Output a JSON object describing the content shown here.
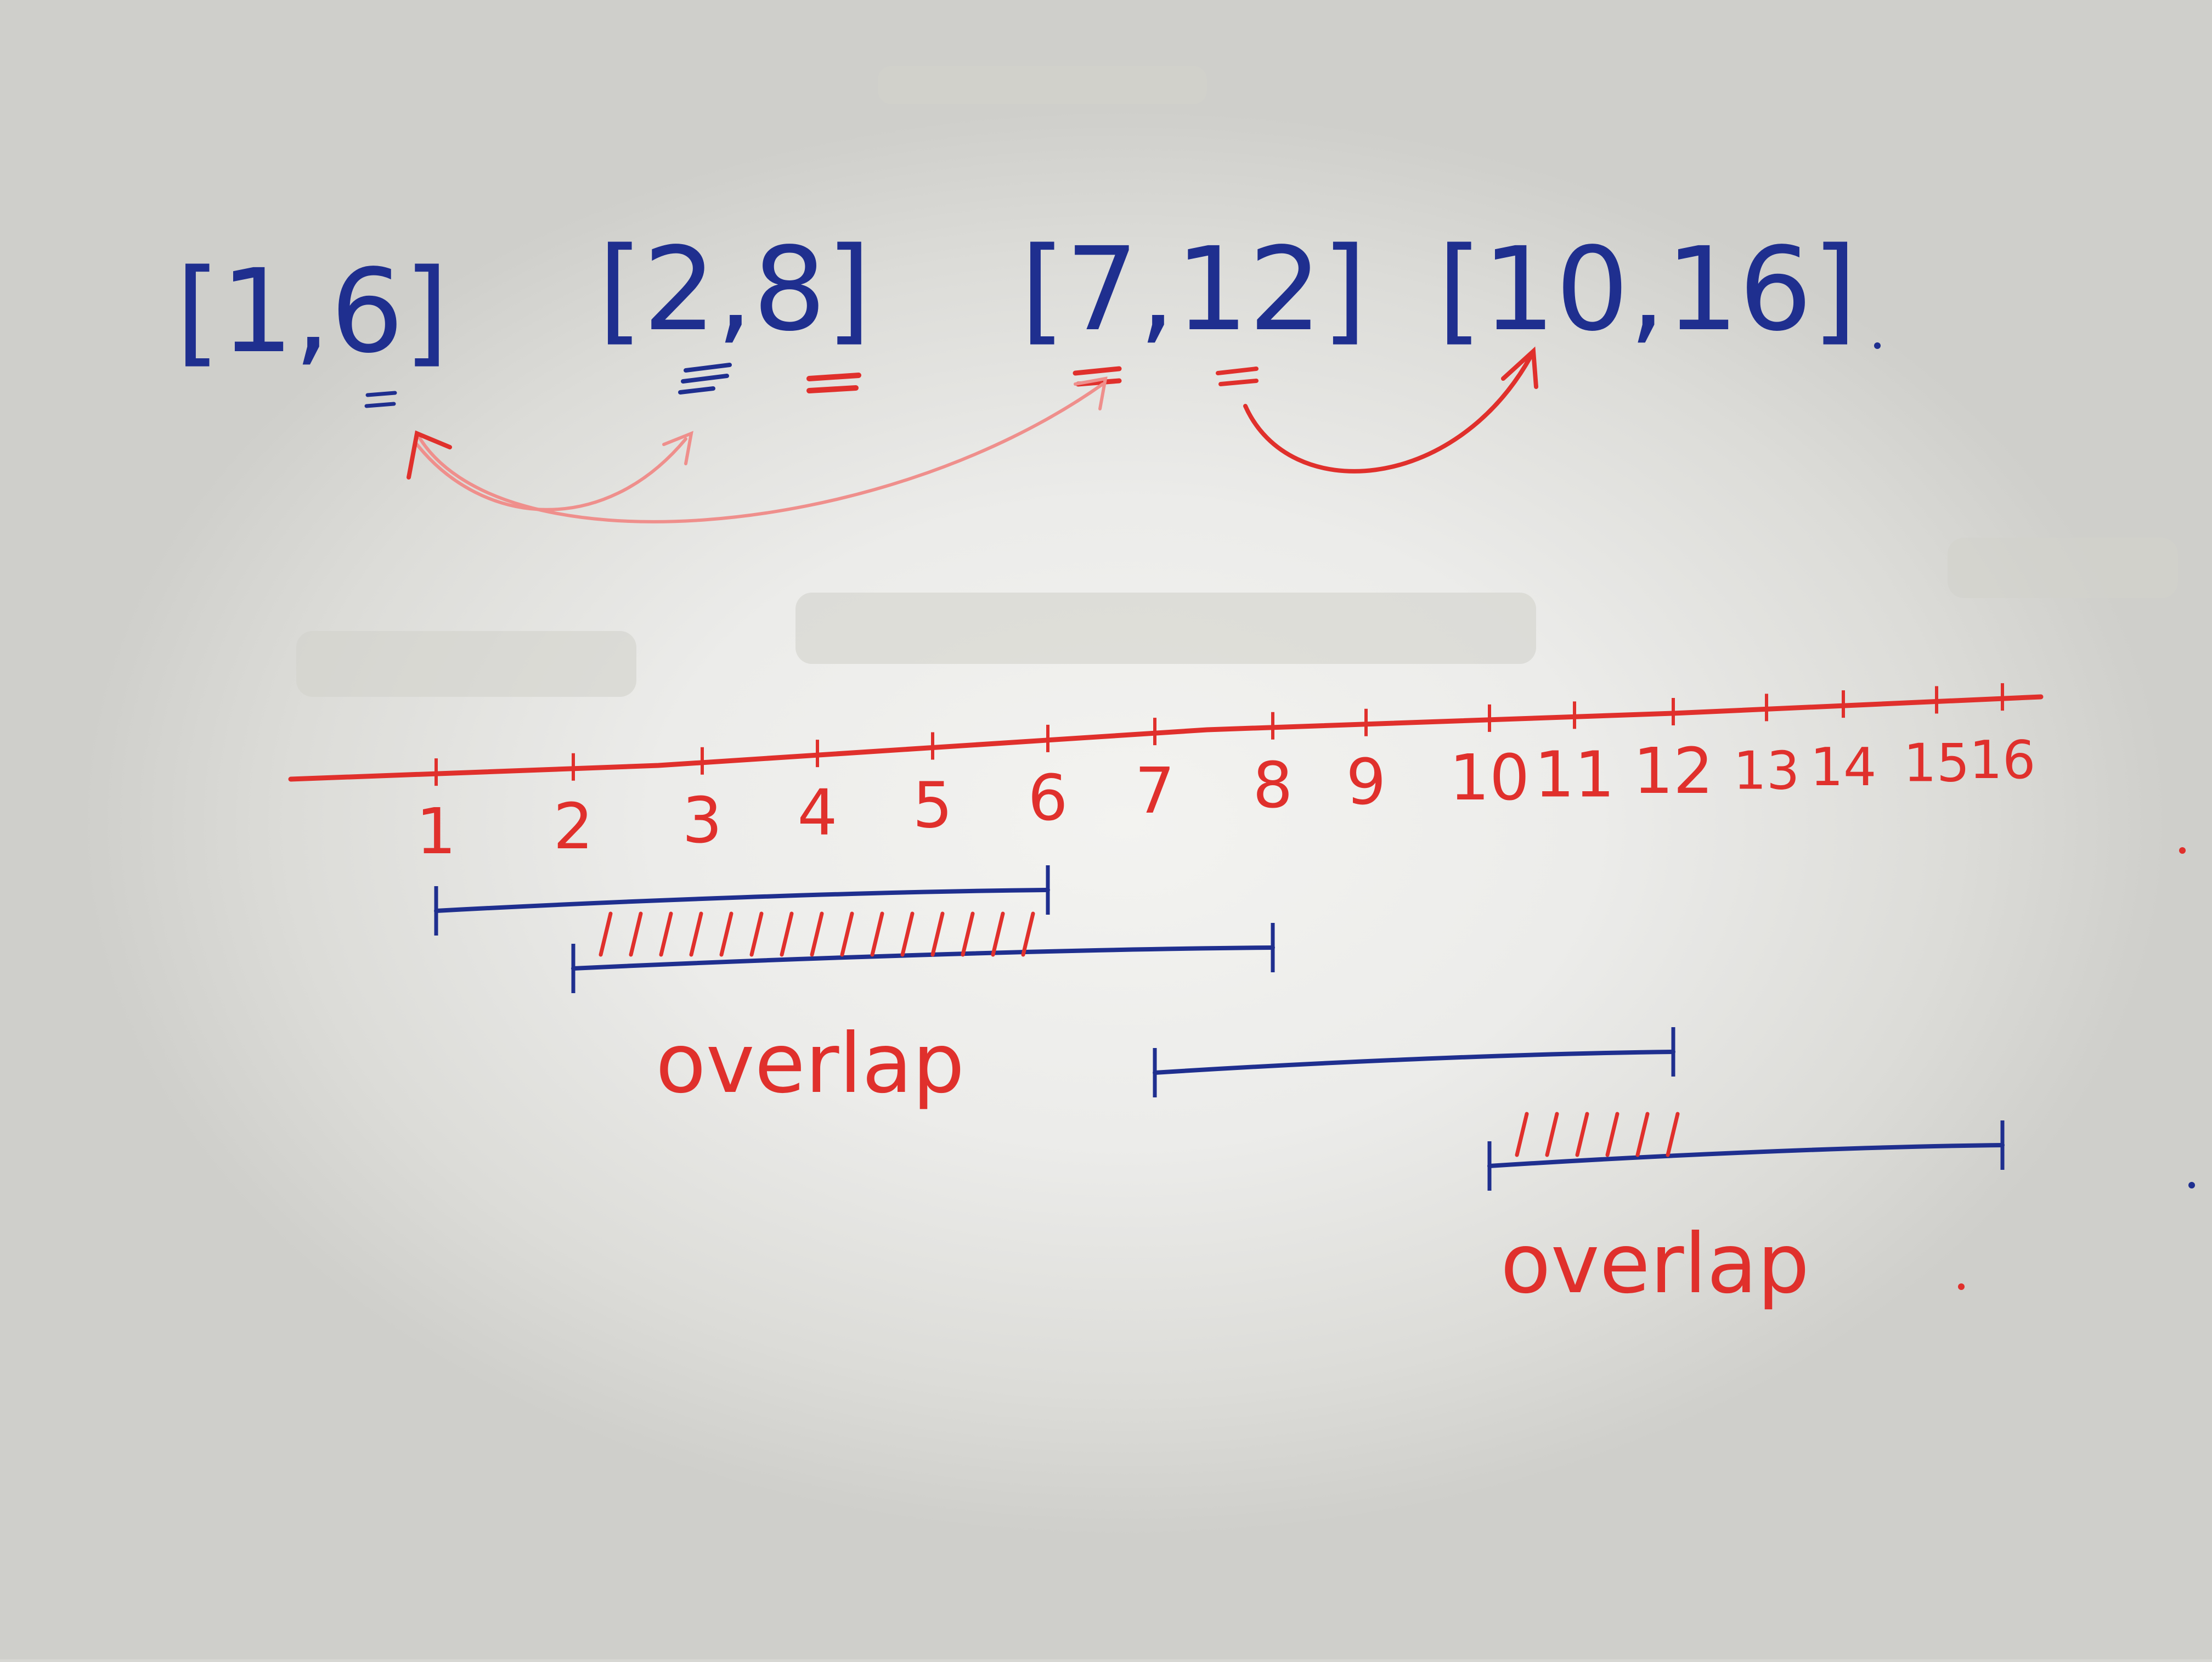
{
  "intervals": [
    "[1,6]",
    "[2,8]",
    "[7,12]",
    "[10,16]"
  ],
  "axis": {
    "ticks": [
      "1",
      "2",
      "3",
      "4",
      "5",
      "6",
      "7",
      "8",
      "9",
      "10",
      "11",
      "12",
      "13",
      "14",
      "15",
      "16"
    ]
  },
  "segments": [
    {
      "start": 1,
      "end": 6
    },
    {
      "start": 2,
      "end": 8
    },
    {
      "start": 7,
      "end": 12
    },
    {
      "start": 10,
      "end": 16
    }
  ],
  "overlap_regions": [
    {
      "start": 2,
      "end": 6,
      "label": "overlap"
    },
    {
      "start": 10,
      "end": 12,
      "label": "overlap"
    }
  ],
  "colors": {
    "ink_blue": "#1f2f8f",
    "ink_red": "#e0302c",
    "paper": "#ececea"
  }
}
